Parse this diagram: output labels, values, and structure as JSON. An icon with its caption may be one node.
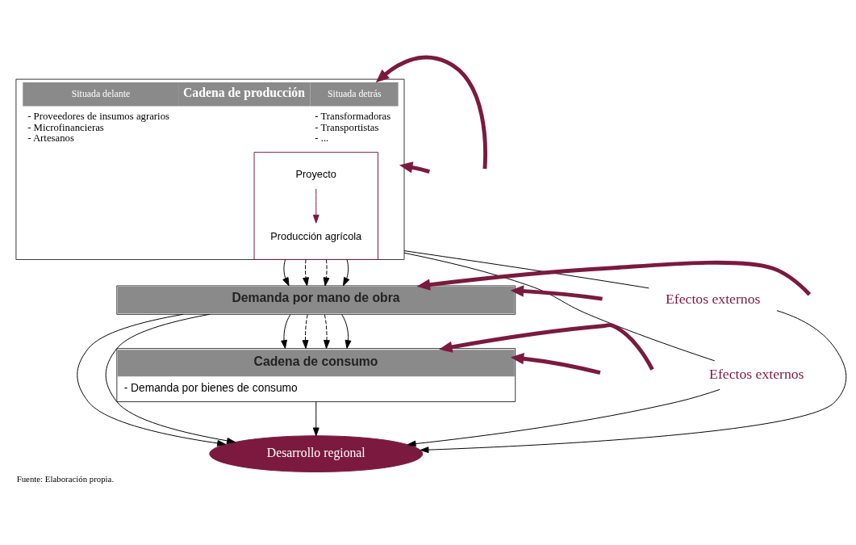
{
  "diagram": {
    "caption": "Fuente: Elaboración propia.",
    "nodes": [
      {
        "text": [
          "Situada delante",
          "Cadena de producción",
          "Situada detrás",
          "- Proveedores de insumos agrarios",
          "- Microfinancieras",
          "- Artesanos",
          "- Transformadoras",
          "- Transportistas",
          "- ..."
        ]
      },
      {
        "text": [],
        "shape": "box",
        "in": 0
      },
      {
        "text": [
          "Proyecto"
        ],
        "in": 1
      },
      {
        "text": [
          "Producción agrícola"
        ],
        "in": 1
      },
      {
        "text": [
          "Demanda por mano de obra"
        ]
      },
      {
        "text": [
          "Cadena de consumo",
          "- Demanda por bienes de consumo"
        ]
      },
      {
        "text": [
          "Desarrollo regional"
        ]
      },
      {
        "text": [
          "Efectos externos"
        ]
      },
      {
        "text": [
          "Efectos externos"
        ]
      }
    ],
    "edges": [
      {
        "from": 2,
        "to": 3,
        "arrow": "to",
        "color": "#7b1a3e"
      },
      {
        "from": 0,
        "to": 4,
        "arrow": "to"
      },
      {
        "from": 0,
        "to": 4,
        "arrow": "to",
        "style": "dashed"
      },
      {
        "from": 0,
        "to": 4,
        "arrow": "to",
        "style": "dashed"
      },
      {
        "from": 0,
        "to": 4,
        "arrow": "to"
      },
      {
        "from": 4,
        "to": 5,
        "arrow": "to"
      },
      {
        "from": 4,
        "to": 5,
        "arrow": "to",
        "style": "dashed"
      },
      {
        "from": 4,
        "to": 5,
        "arrow": "to",
        "style": "dashed"
      },
      {
        "from": 4,
        "to": 5,
        "arrow": "to"
      },
      {
        "from": 5,
        "to": 6,
        "arrow": "to"
      },
      {
        "from": 0,
        "to": 7,
        "arrow": "none"
      },
      {
        "from": 7,
        "to": 6,
        "arrow": "to"
      },
      {
        "from": 4,
        "to": 6,
        "arrow": "to"
      },
      {
        "from": 0,
        "to": 8,
        "arrow": "none"
      },
      {
        "from": 8,
        "to": 6,
        "arrow": "to"
      },
      {
        "from": 4,
        "to": 6,
        "arrow": "to"
      },
      {
        "from": null,
        "to": 0,
        "arrow": "to",
        "style": "thick",
        "color": "#7b1a3e"
      },
      {
        "from": null,
        "to": 0,
        "arrow": "to",
        "style": "thick",
        "color": "#7b1a3e"
      },
      {
        "from": null,
        "to": 4,
        "arrow": "to",
        "style": "thick",
        "color": "#7b1a3e"
      },
      {
        "from": null,
        "to": 4,
        "arrow": "to",
        "style": "thick",
        "color": "#7b1a3e"
      },
      {
        "from": null,
        "to": 5,
        "arrow": "to",
        "style": "thick",
        "color": "#7b1a3e"
      },
      {
        "from": null,
        "to": 5,
        "arrow": "to",
        "style": "thick",
        "color": "#7b1a3e"
      }
    ]
  }
}
